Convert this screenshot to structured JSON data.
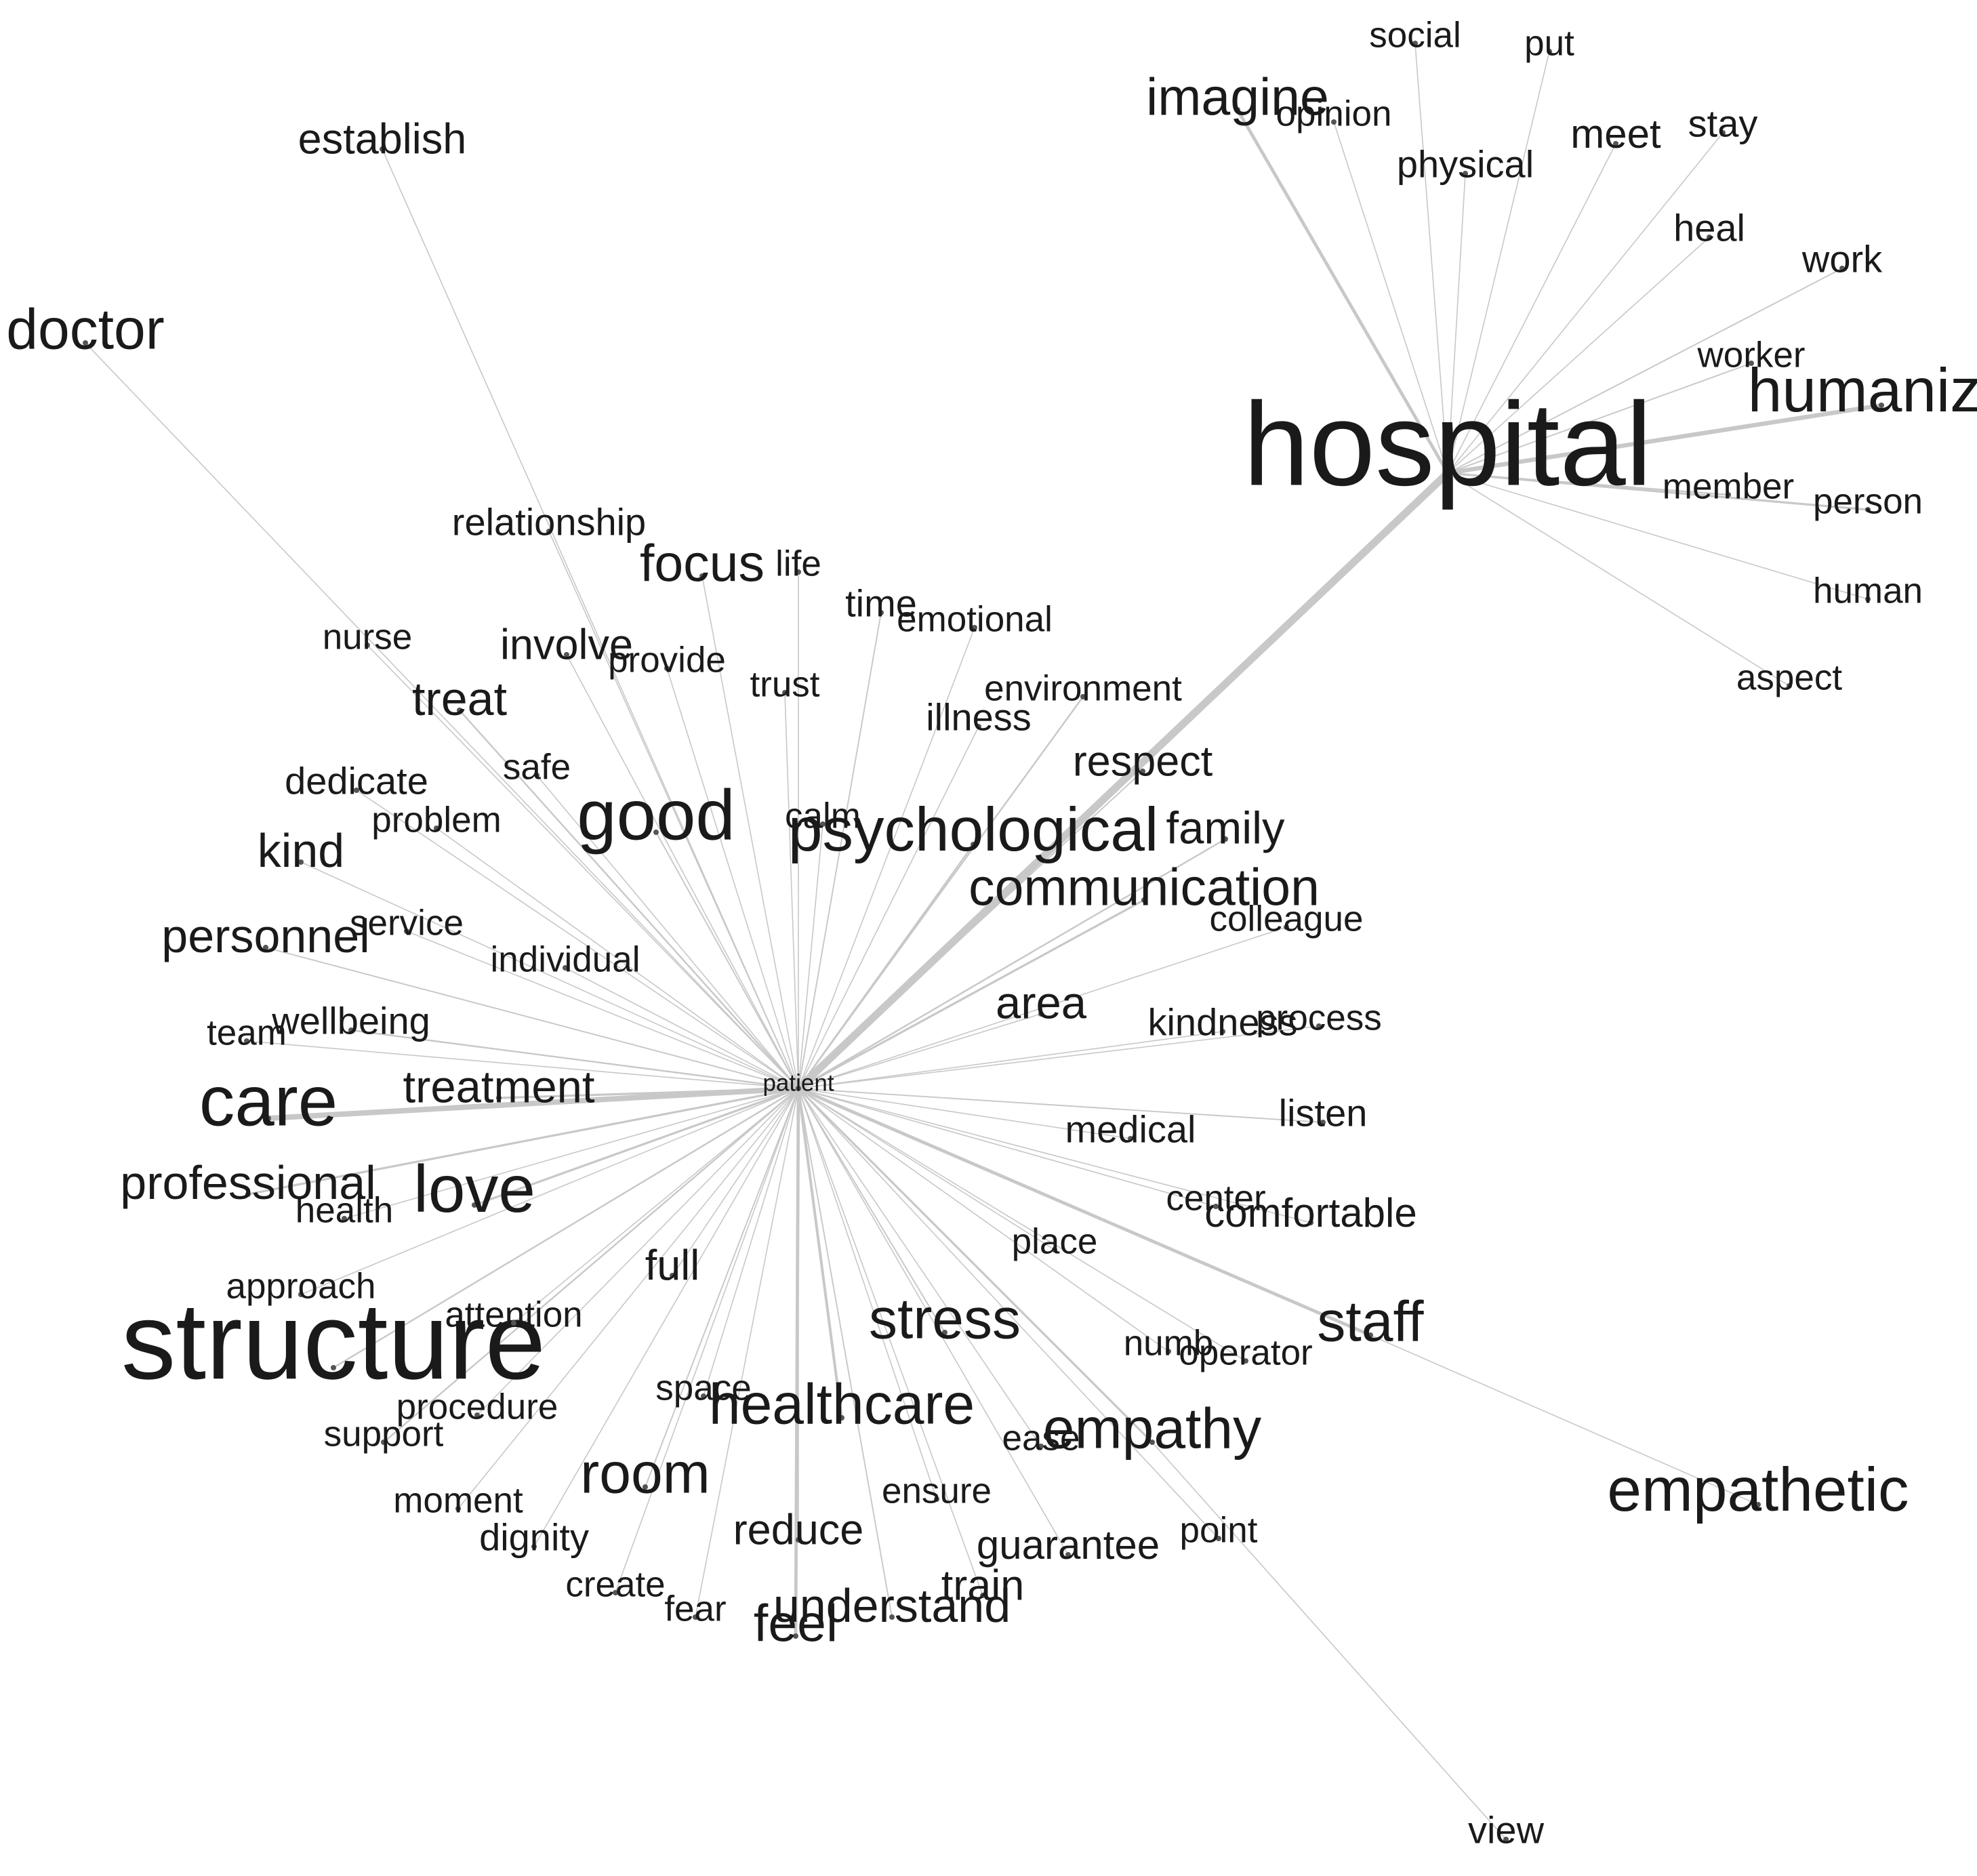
{
  "diagram": {
    "type": "word-cooccurrence-network",
    "hubs": [
      "patient",
      "hospital"
    ],
    "edge_color": "#c8c8c8",
    "label_color": "#1a1a1a",
    "dot_color": "#555555",
    "nodes": [
      {
        "id": "hospital",
        "label": "hospital",
        "size": 5
      },
      {
        "id": "patient",
        "label": "patient",
        "size": 1
      },
      {
        "id": "structure",
        "label": "structure",
        "size": 4.6
      },
      {
        "id": "care",
        "label": "care",
        "size": 3
      },
      {
        "id": "humanize",
        "label": "humanize",
        "size": 2.6
      },
      {
        "id": "good",
        "label": "good",
        "size": 3
      },
      {
        "id": "psychological",
        "label": "psychological",
        "size": 2.6
      },
      {
        "id": "love",
        "label": "love",
        "size": 2.8
      },
      {
        "id": "empathetic",
        "label": "empathetic",
        "size": 2.6
      },
      {
        "id": "empathy",
        "label": "empathy",
        "size": 2.4
      },
      {
        "id": "healthcare",
        "label": "healthcare",
        "size": 2.4
      },
      {
        "id": "staff",
        "label": "staff",
        "size": 2.4
      },
      {
        "id": "stress",
        "label": "stress",
        "size": 2.4
      },
      {
        "id": "room",
        "label": "room",
        "size": 2.4
      },
      {
        "id": "doctor",
        "label": "doctor",
        "size": 2.4
      },
      {
        "id": "imagine",
        "label": "imagine",
        "size": 2.2
      },
      {
        "id": "communication",
        "label": "communication",
        "size": 2.2
      },
      {
        "id": "focus",
        "label": "focus",
        "size": 2.2
      },
      {
        "id": "feel",
        "label": "feel",
        "size": 2.2
      },
      {
        "id": "treat",
        "label": "treat",
        "size": 2.0
      },
      {
        "id": "kind",
        "label": "kind",
        "size": 2.0
      },
      {
        "id": "personnel",
        "label": "personnel",
        "size": 2.0
      },
      {
        "id": "professional",
        "label": "professional",
        "size": 2.0
      },
      {
        "id": "understand",
        "label": "understand",
        "size": 2.0
      },
      {
        "id": "family",
        "label": "family",
        "size": 1.9
      },
      {
        "id": "area",
        "label": "area",
        "size": 1.9
      },
      {
        "id": "treatment",
        "label": "treatment",
        "size": 1.9
      },
      {
        "id": "involve",
        "label": "involve",
        "size": 1.8
      },
      {
        "id": "respect",
        "label": "respect",
        "size": 1.8
      },
      {
        "id": "establish",
        "label": "establish",
        "size": 1.8
      },
      {
        "id": "meet",
        "label": "meet",
        "size": 1.7
      },
      {
        "id": "reduce",
        "label": "reduce",
        "size": 1.8
      },
      {
        "id": "full",
        "label": "full",
        "size": 1.8
      },
      {
        "id": "train",
        "label": "train",
        "size": 1.8
      },
      {
        "id": "guarantee",
        "label": "guarantee",
        "size": 1.7
      },
      {
        "id": "comfortable",
        "label": "comfortable",
        "size": 1.7
      },
      {
        "id": "view",
        "label": "view",
        "size": 1.6
      },
      {
        "id": "illness",
        "label": "illness",
        "size": 1.6
      },
      {
        "id": "physical",
        "label": "physical",
        "size": 1.6
      },
      {
        "id": "wellbeing",
        "label": "wellbeing",
        "size": 1.6
      },
      {
        "id": "relationship",
        "label": "relationship",
        "size": 1.6
      },
      {
        "id": "stay",
        "label": "stay",
        "size": 1.6
      },
      {
        "id": "heal",
        "label": "heal",
        "size": 1.6
      },
      {
        "id": "work",
        "label": "work",
        "size": 1.6
      },
      {
        "id": "dedicate",
        "label": "dedicate",
        "size": 1.6
      },
      {
        "id": "medical",
        "label": "medical",
        "size": 1.6
      },
      {
        "id": "listen",
        "label": "listen",
        "size": 1.6
      },
      {
        "id": "time",
        "label": "time",
        "size": 1.6
      },
      {
        "id": "social",
        "label": "social",
        "size": 1.5
      },
      {
        "id": "put",
        "label": "put",
        "size": 1.5
      },
      {
        "id": "opinion",
        "label": "opinion",
        "size": 1.5
      },
      {
        "id": "worker",
        "label": "worker",
        "size": 1.5
      },
      {
        "id": "member",
        "label": "member",
        "size": 1.5
      },
      {
        "id": "person",
        "label": "person",
        "size": 1.5
      },
      {
        "id": "human",
        "label": "human",
        "size": 1.5
      },
      {
        "id": "aspect",
        "label": "aspect",
        "size": 1.5
      },
      {
        "id": "life",
        "label": "life",
        "size": 1.5
      },
      {
        "id": "emotional",
        "label": "emotional",
        "size": 1.5
      },
      {
        "id": "provide",
        "label": "provide",
        "size": 1.5
      },
      {
        "id": "trust",
        "label": "trust",
        "size": 1.5
      },
      {
        "id": "nurse",
        "label": "nurse",
        "size": 1.5
      },
      {
        "id": "environment",
        "label": "environment",
        "size": 1.5
      },
      {
        "id": "safe",
        "label": "safe",
        "size": 1.5
      },
      {
        "id": "problem",
        "label": "problem",
        "size": 1.5
      },
      {
        "id": "calm",
        "label": "calm",
        "size": 1.5
      },
      {
        "id": "colleague",
        "label": "colleague",
        "size": 1.5
      },
      {
        "id": "service",
        "label": "service",
        "size": 1.5
      },
      {
        "id": "individual",
        "label": "individual",
        "size": 1.5
      },
      {
        "id": "team",
        "label": "team",
        "size": 1.5
      },
      {
        "id": "kindness",
        "label": "kindness",
        "size": 1.6
      },
      {
        "id": "process",
        "label": "process",
        "size": 1.5
      },
      {
        "id": "health",
        "label": "health",
        "size": 1.5
      },
      {
        "id": "center",
        "label": "center",
        "size": 1.5
      },
      {
        "id": "approach",
        "label": "approach",
        "size": 1.5
      },
      {
        "id": "place",
        "label": "place",
        "size": 1.5
      },
      {
        "id": "attention",
        "label": "attention",
        "size": 1.5
      },
      {
        "id": "numb",
        "label": "numb",
        "size": 1.5
      },
      {
        "id": "operator",
        "label": "operator",
        "size": 1.5
      },
      {
        "id": "space",
        "label": "space",
        "size": 1.5
      },
      {
        "id": "procedure",
        "label": "procedure",
        "size": 1.5
      },
      {
        "id": "support",
        "label": "support",
        "size": 1.5
      },
      {
        "id": "ease",
        "label": "ease",
        "size": 1.5
      },
      {
        "id": "moment",
        "label": "moment",
        "size": 1.5
      },
      {
        "id": "ensure",
        "label": "ensure",
        "size": 1.5
      },
      {
        "id": "dignity",
        "label": "dignity",
        "size": 1.6
      },
      {
        "id": "point",
        "label": "point",
        "size": 1.5
      },
      {
        "id": "create",
        "label": "create",
        "size": 1.5
      },
      {
        "id": "fear",
        "label": "fear",
        "size": 1.5
      }
    ],
    "edges": [
      {
        "source": "patient",
        "target": "hospital",
        "weight": 7
      },
      {
        "source": "patient",
        "target": "care",
        "weight": 5
      },
      {
        "source": "patient",
        "target": "structure",
        "weight": 1.5
      },
      {
        "source": "patient",
        "target": "staff",
        "weight": 3
      },
      {
        "source": "patient",
        "target": "feel",
        "weight": 3
      },
      {
        "source": "patient",
        "target": "healthcare",
        "weight": 2.5
      },
      {
        "source": "patient",
        "target": "treatment",
        "weight": 2
      },
      {
        "source": "patient",
        "target": "professional",
        "weight": 2
      },
      {
        "source": "patient",
        "target": "love",
        "weight": 2
      },
      {
        "source": "patient",
        "target": "empathy",
        "weight": 2
      },
      {
        "source": "patient",
        "target": "communication",
        "weight": 2
      },
      {
        "source": "patient",
        "target": "family",
        "weight": 1.5
      },
      {
        "source": "patient",
        "target": "treat",
        "weight": 1.5
      },
      {
        "source": "patient",
        "target": "wellbeing",
        "weight": 1.5
      },
      {
        "source": "patient",
        "target": "psychological",
        "weight": 1.5
      },
      {
        "source": "patient",
        "target": "support",
        "weight": 1.5
      },
      {
        "source": "patient",
        "target": "environment",
        "weight": 1.5
      },
      {
        "source": "patient",
        "target": "doctor",
        "weight": 1
      },
      {
        "source": "patient",
        "target": "establish",
        "weight": 1
      },
      {
        "source": "patient",
        "target": "relationship",
        "weight": 1
      },
      {
        "source": "patient",
        "target": "nurse",
        "weight": 1
      },
      {
        "source": "patient",
        "target": "involve",
        "weight": 1
      },
      {
        "source": "patient",
        "target": "provide",
        "weight": 1
      },
      {
        "source": "patient",
        "target": "focus",
        "weight": 1
      },
      {
        "source": "patient",
        "target": "life",
        "weight": 1
      },
      {
        "source": "patient",
        "target": "trust",
        "weight": 1
      },
      {
        "source": "patient",
        "target": "time",
        "weight": 1.2
      },
      {
        "source": "patient",
        "target": "emotional",
        "weight": 1
      },
      {
        "source": "patient",
        "target": "illness",
        "weight": 1
      },
      {
        "source": "patient",
        "target": "respect",
        "weight": 1.2
      },
      {
        "source": "patient",
        "target": "safe",
        "weight": 1
      },
      {
        "source": "patient",
        "target": "dedicate",
        "weight": 1
      },
      {
        "source": "patient",
        "target": "problem",
        "weight": 1
      },
      {
        "source": "patient",
        "target": "good",
        "weight": 1.2
      },
      {
        "source": "patient",
        "target": "calm",
        "weight": 1
      },
      {
        "source": "patient",
        "target": "kind",
        "weight": 1
      },
      {
        "source": "patient",
        "target": "service",
        "weight": 1
      },
      {
        "source": "patient",
        "target": "personnel",
        "weight": 1.2
      },
      {
        "source": "patient",
        "target": "individual",
        "weight": 1
      },
      {
        "source": "patient",
        "target": "team",
        "weight": 1
      },
      {
        "source": "patient",
        "target": "colleague",
        "weight": 1
      },
      {
        "source": "patient",
        "target": "area",
        "weight": 1
      },
      {
        "source": "patient",
        "target": "kindness",
        "weight": 1
      },
      {
        "source": "patient",
        "target": "process",
        "weight": 1
      },
      {
        "source": "patient",
        "target": "listen",
        "weight": 1.2
      },
      {
        "source": "patient",
        "target": "medical",
        "weight": 1
      },
      {
        "source": "patient",
        "target": "center",
        "weight": 1
      },
      {
        "source": "patient",
        "target": "comfortable",
        "weight": 1
      },
      {
        "source": "patient",
        "target": "health",
        "weight": 1
      },
      {
        "source": "patient",
        "target": "approach",
        "weight": 1
      },
      {
        "source": "patient",
        "target": "place",
        "weight": 1
      },
      {
        "source": "patient",
        "target": "attention",
        "weight": 1
      },
      {
        "source": "patient",
        "target": "full",
        "weight": 1
      },
      {
        "source": "patient",
        "target": "stress",
        "weight": 1.2
      },
      {
        "source": "patient",
        "target": "numb",
        "weight": 1
      },
      {
        "source": "patient",
        "target": "operator",
        "weight": 1
      },
      {
        "source": "patient",
        "target": "procedure",
        "weight": 1
      },
      {
        "source": "patient",
        "target": "space",
        "weight": 1
      },
      {
        "source": "patient",
        "target": "ease",
        "weight": 1
      },
      {
        "source": "patient",
        "target": "moment",
        "weight": 1
      },
      {
        "source": "patient",
        "target": "room",
        "weight": 1.2
      },
      {
        "source": "patient",
        "target": "ensure",
        "weight": 1
      },
      {
        "source": "patient",
        "target": "point",
        "weight": 1
      },
      {
        "source": "patient",
        "target": "dignity",
        "weight": 1
      },
      {
        "source": "patient",
        "target": "reduce",
        "weight": 1
      },
      {
        "source": "patient",
        "target": "guarantee",
        "weight": 1
      },
      {
        "source": "patient",
        "target": "create",
        "weight": 1
      },
      {
        "source": "patient",
        "target": "fear",
        "weight": 1
      },
      {
        "source": "patient",
        "target": "understand",
        "weight": 1.2
      },
      {
        "source": "patient",
        "target": "train",
        "weight": 1
      },
      {
        "source": "hospital",
        "target": "imagine",
        "weight": 3
      },
      {
        "source": "hospital",
        "target": "humanize",
        "weight": 4
      },
      {
        "source": "hospital",
        "target": "person",
        "weight": 2
      },
      {
        "source": "hospital",
        "target": "member",
        "weight": 1.5
      },
      {
        "source": "hospital",
        "target": "worker",
        "weight": 1.2
      },
      {
        "source": "hospital",
        "target": "work",
        "weight": 1.2
      },
      {
        "source": "hospital",
        "target": "social",
        "weight": 1
      },
      {
        "source": "hospital",
        "target": "put",
        "weight": 1
      },
      {
        "source": "hospital",
        "target": "opinion",
        "weight": 1
      },
      {
        "source": "hospital",
        "target": "physical",
        "weight": 1
      },
      {
        "source": "hospital",
        "target": "meet",
        "weight": 1
      },
      {
        "source": "hospital",
        "target": "stay",
        "weight": 1
      },
      {
        "source": "hospital",
        "target": "heal",
        "weight": 1
      },
      {
        "source": "hospital",
        "target": "human",
        "weight": 1
      },
      {
        "source": "hospital",
        "target": "aspect",
        "weight": 1
      },
      {
        "source": "staff",
        "target": "empathetic",
        "weight": 1
      },
      {
        "source": "empathy",
        "target": "view",
        "weight": 1
      }
    ]
  }
}
